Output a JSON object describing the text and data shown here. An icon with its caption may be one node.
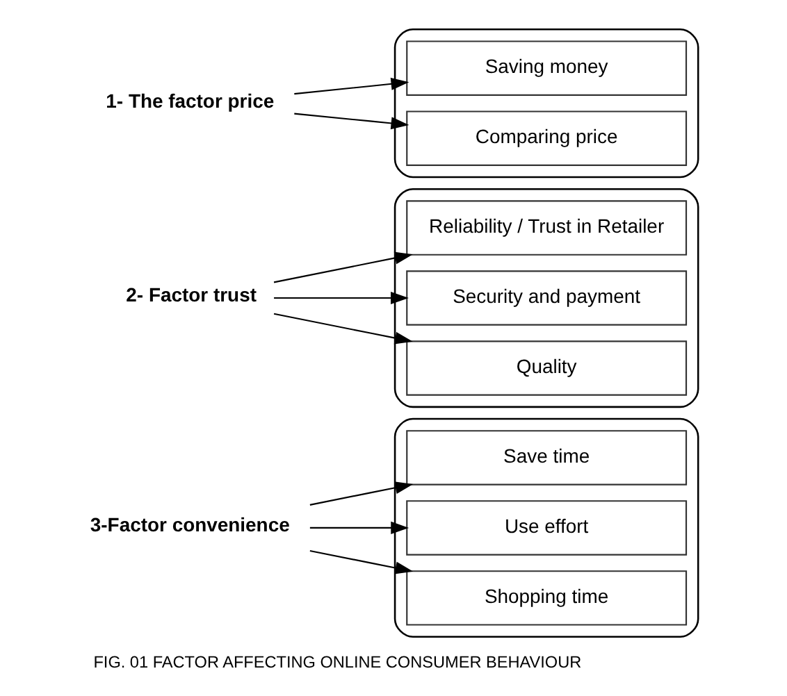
{
  "diagram": {
    "caption": "FIG. 01 FACTOR AFFECTING ONLINE CONSUMER BEHAVIOUR",
    "nodes": [
      {
        "text": [
          "1- The factor price"
        ]
      },
      {
        "text": [],
        "shape": "box"
      },
      {
        "text": [
          "Saving money"
        ],
        "in": 1
      },
      {
        "text": [
          "Comparing price"
        ],
        "in": 1
      },
      {
        "text": [
          "2- Factor trust"
        ]
      },
      {
        "text": [],
        "shape": "box"
      },
      {
        "text": [
          "Reliability / Trust in Retailer"
        ],
        "in": 5
      },
      {
        "text": [
          "Security and payment"
        ],
        "in": 5
      },
      {
        "text": [
          "Quality"
        ],
        "in": 5
      },
      {
        "text": [
          "3-Factor convenience"
        ]
      },
      {
        "text": [],
        "shape": "box"
      },
      {
        "text": [
          "Save time"
        ],
        "in": 10
      },
      {
        "text": [
          "Use effort"
        ],
        "in": 10
      },
      {
        "text": [
          "Shopping time"
        ],
        "in": 10
      }
    ],
    "edges": [
      {
        "from": 0,
        "to": 2,
        "arrow": "to"
      },
      {
        "from": 0,
        "to": 3,
        "arrow": "to"
      },
      {
        "from": 4,
        "to": 6,
        "arrow": "to"
      },
      {
        "from": 4,
        "to": 7,
        "arrow": "to"
      },
      {
        "from": 4,
        "to": 8,
        "arrow": "to"
      },
      {
        "from": 9,
        "to": 11,
        "arrow": "to"
      },
      {
        "from": 9,
        "to": 12,
        "arrow": "to"
      },
      {
        "from": 9,
        "to": 13,
        "arrow": "to"
      }
    ]
  }
}
